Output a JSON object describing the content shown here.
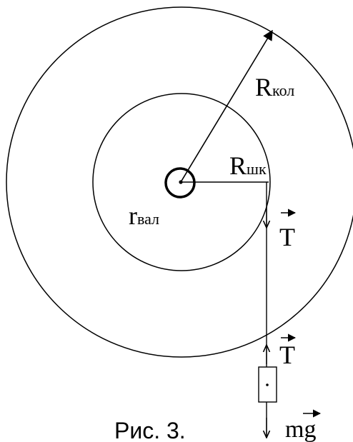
{
  "labels": {
    "r_outer_main": "R",
    "r_outer_sub": "кол",
    "r_middle_main": "R",
    "r_middle_sub": "шк",
    "r_shaft_main": "r",
    "r_shaft_sub": "вал",
    "tension_upper": "T",
    "tension_lower": "T",
    "weight": "mg"
  },
  "caption": "Рис. 3.",
  "colors": {
    "stroke": "#000000",
    "background": "#ffffff"
  }
}
